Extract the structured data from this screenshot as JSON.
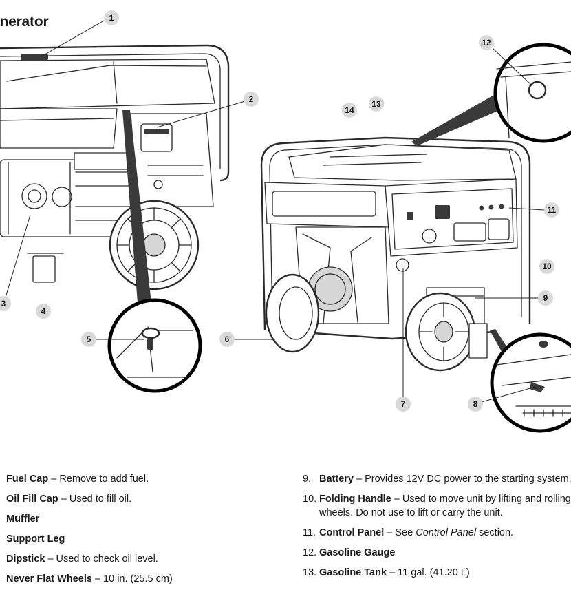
{
  "title": "enerator",
  "callouts": [
    "1",
    "2",
    "3",
    "4",
    "5",
    "6",
    "7",
    "8",
    "9",
    "10",
    "11",
    "12",
    "13",
    "14"
  ],
  "parts_left": [
    {
      "name": "Fuel Cap",
      "desc": " – Remove to add fuel."
    },
    {
      "name": "Oil Fill Cap",
      "desc": " – Used to fill oil."
    },
    {
      "name": "Muffler",
      "desc": ""
    },
    {
      "name": "Support Leg",
      "desc": ""
    },
    {
      "name": "Dipstick",
      "desc": " – Used to check oil level."
    },
    {
      "name": "Never Flat Wheels",
      "desc": " – 10 in. (25.5 cm)"
    }
  ],
  "parts_right": [
    {
      "num": "9.",
      "name": "Battery",
      "desc": " – Provides 12V DC power to the starting system."
    },
    {
      "num": "10.",
      "name": "Folding Handle",
      "desc": " – Used to move unit by lifting and rolling on wheels. Do not use to lift or carry the unit."
    },
    {
      "num": "11.",
      "name": "Control Panel",
      "desc_pre": " – See ",
      "desc_italic": "Control Panel",
      "desc_post": " section."
    },
    {
      "num": "12.",
      "name": "Gasoline Gauge",
      "desc": ""
    },
    {
      "num": "13.",
      "name": "Gasoline Tank",
      "desc": " – 11 gal. (41.20 L)"
    }
  ]
}
